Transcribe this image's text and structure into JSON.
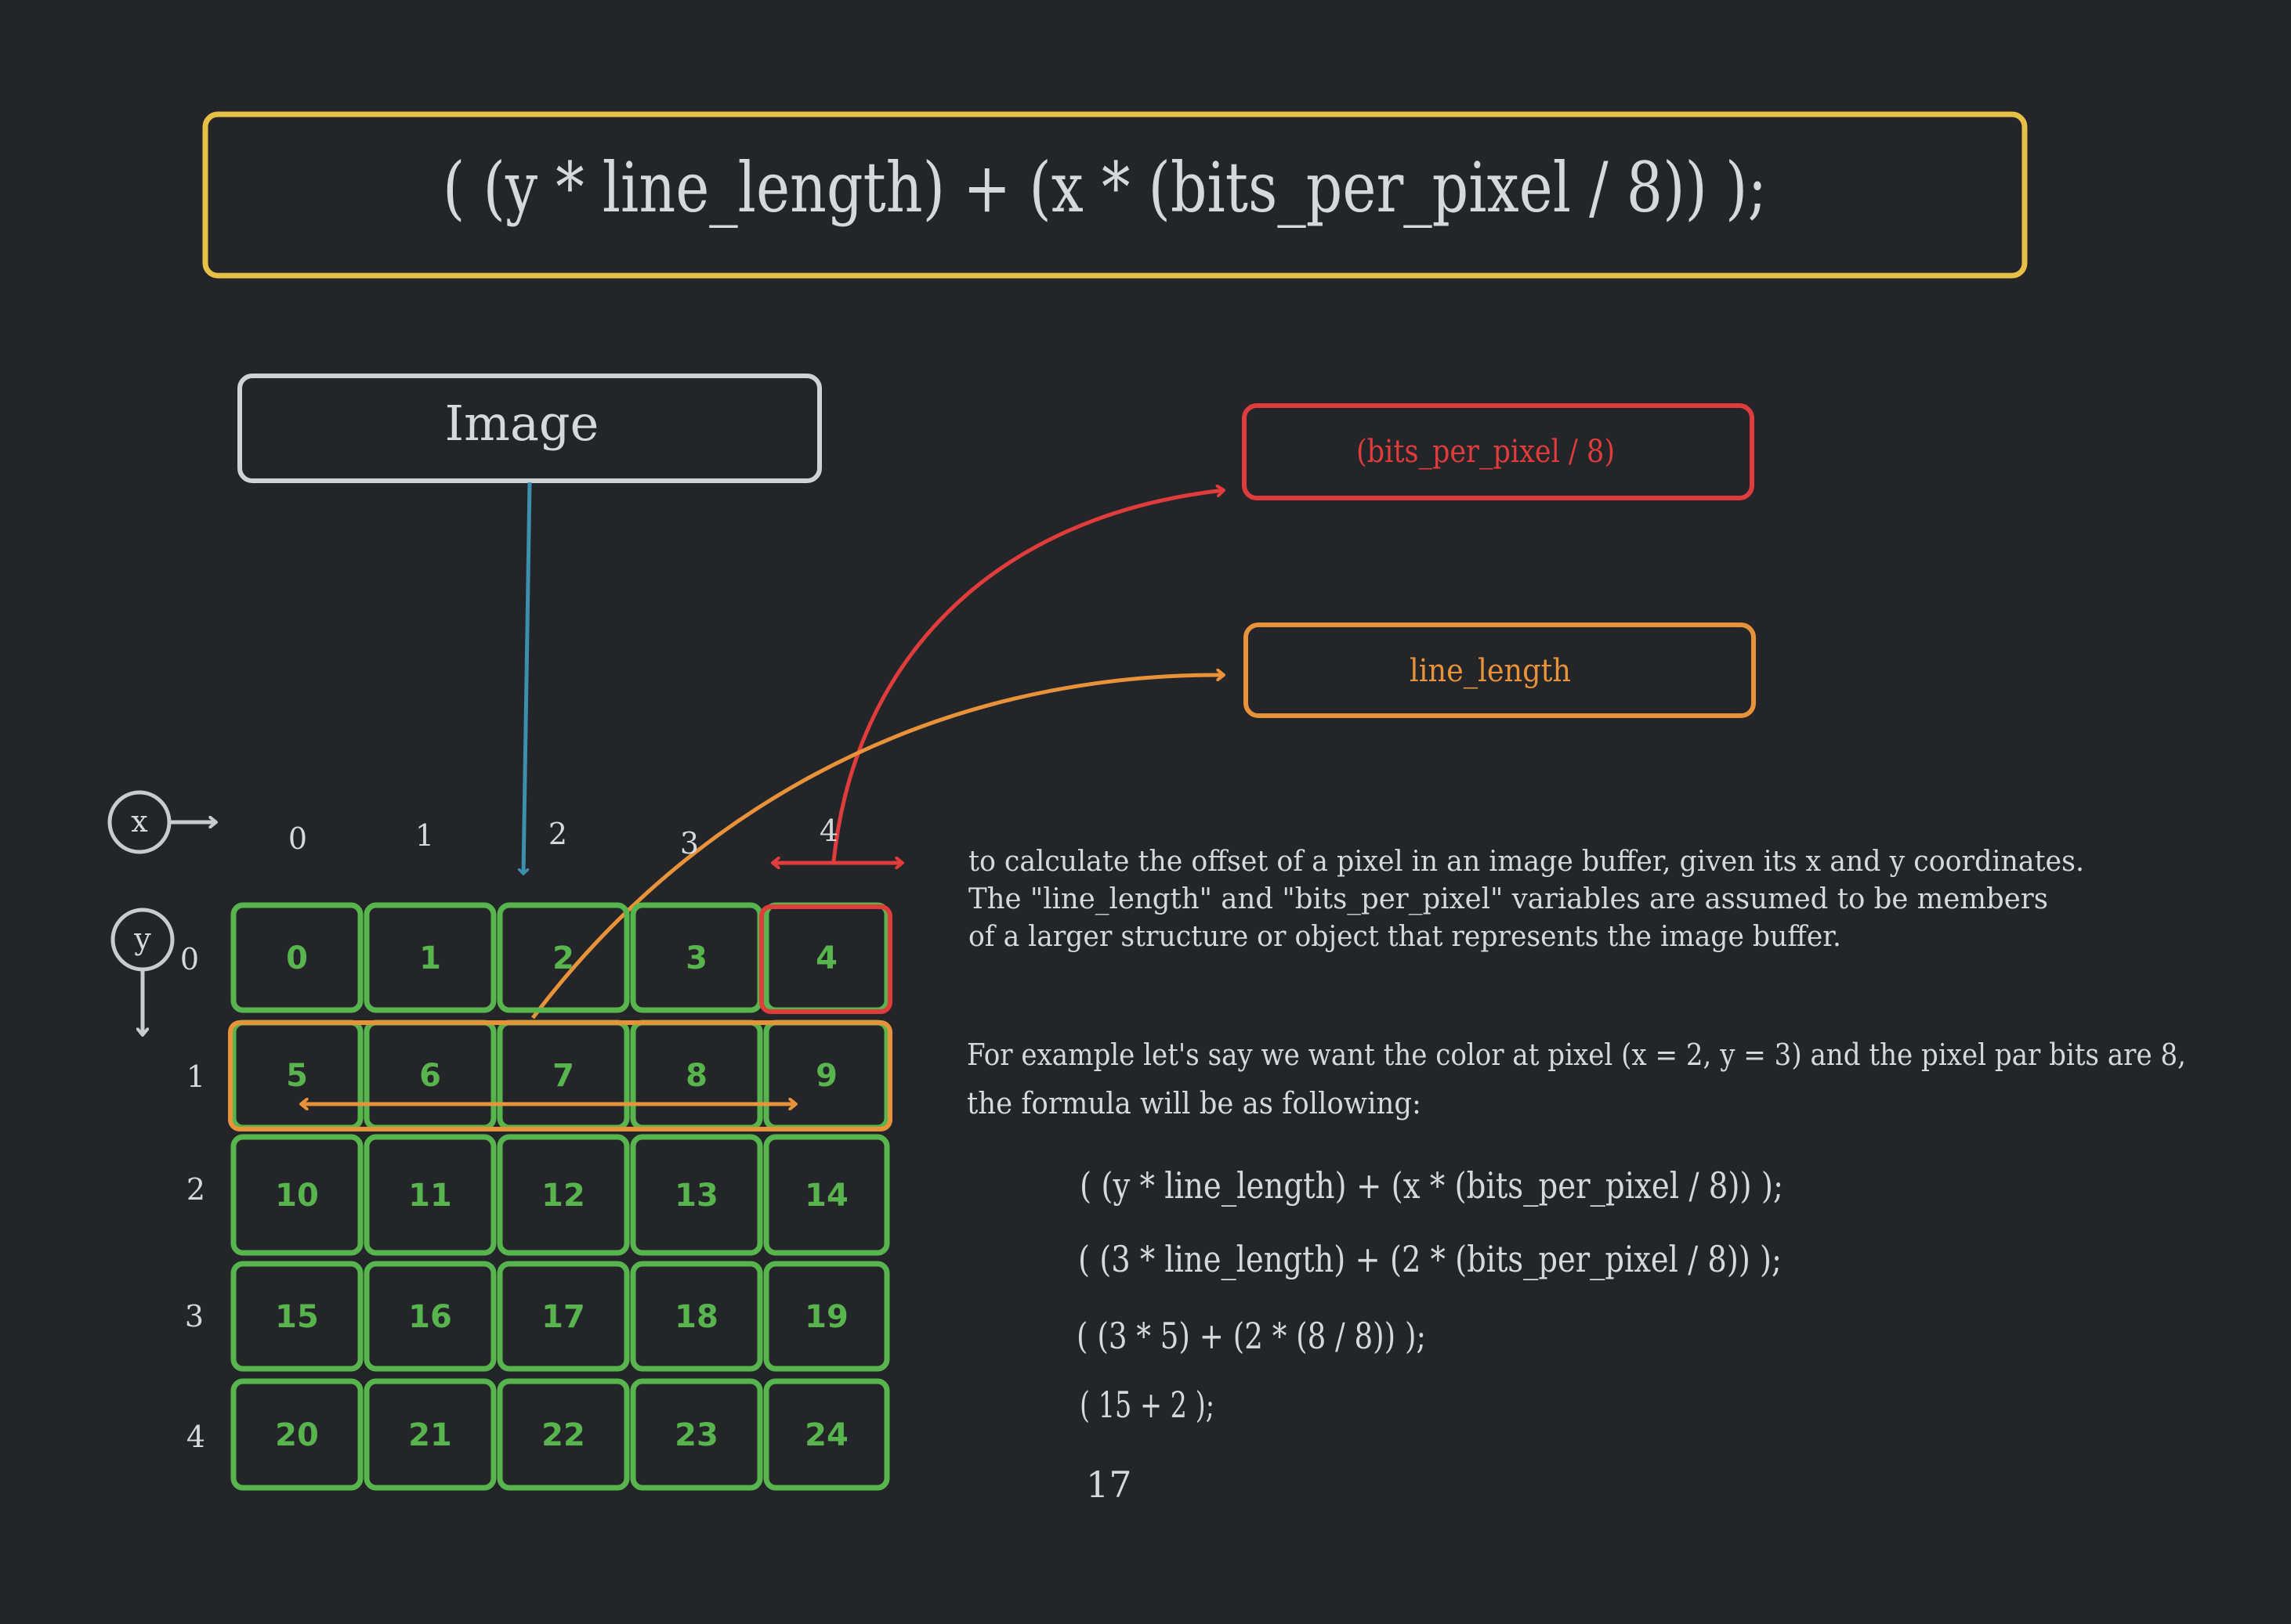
{
  "formula": "( (y * line_length) + (x * (bits_per_pixel / 8)) );",
  "image_box_label": "Image",
  "bpp_box_label": "(bits_per_pixel / 8)",
  "line_length_box_label": "line_length",
  "x_axis": {
    "icon_label": "x",
    "ticks": [
      "0",
      "1",
      "2",
      "3",
      "4"
    ]
  },
  "y_axis": {
    "icon_label": "y",
    "ticks": [
      "0",
      "1",
      "2",
      "3",
      "4"
    ]
  },
  "grid": {
    "rows": [
      [
        "0",
        "1",
        "2",
        "3",
        "4"
      ],
      [
        "5",
        "6",
        "7",
        "8",
        "9"
      ],
      [
        "10",
        "11",
        "12",
        "13",
        "14"
      ],
      [
        "15",
        "16",
        "17",
        "18",
        "19"
      ],
      [
        "20",
        "21",
        "22",
        "23",
        "24"
      ]
    ]
  },
  "description": {
    "lines": [
      "to calculate the offset of a pixel in an image buffer, given its x and y coordinates.",
      "The \"line_length\" and \"bits_per_pixel\" variables are assumed to be members",
      "of a larger structure or object that represents the image buffer."
    ]
  },
  "example": {
    "lines": [
      "For example let's say we want the color at pixel (x = 2, y = 3) and the pixel par bits are 8,",
      "the formula will be as following:"
    ]
  },
  "steps": [
    "( (y * line_length) + (x * (bits_per_pixel / 8)) );",
    "( (3 * line_length) + (2 * (bits_per_pixel / 8)) );",
    "( (3 * 5) + (2 * (8 / 8)) );",
    "( 15 + 2 );",
    "17"
  ],
  "colors": {
    "background": "#232529",
    "text": "#d5d8dc",
    "yellow": "#e9c046",
    "white_box": "#cfd2d6",
    "red": "#e03c3c",
    "orange": "#e8923a",
    "green": "#58b54e",
    "blue": "#3d8fae",
    "axis": "#c8cbcf"
  }
}
